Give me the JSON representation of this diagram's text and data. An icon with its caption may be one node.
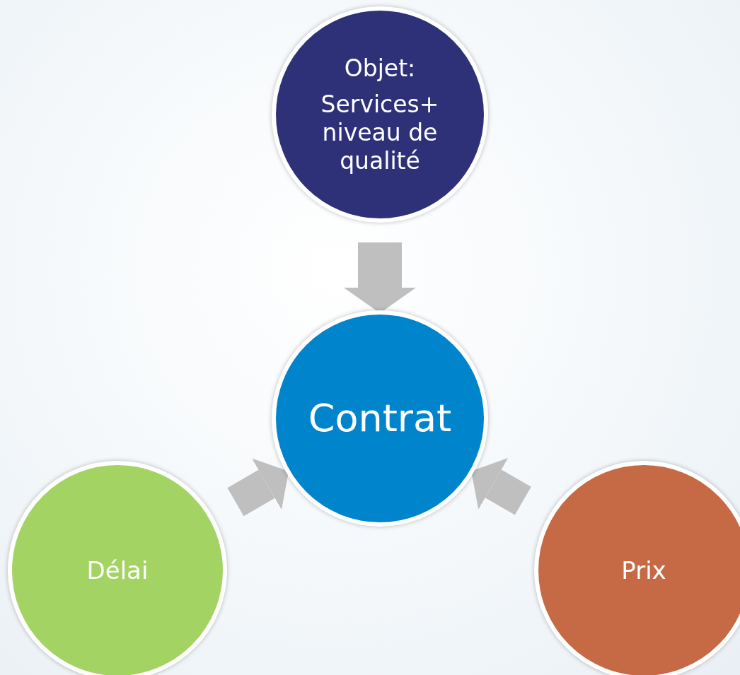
{
  "diagram": {
    "nodes": [
      {
        "text": [
          "Objet:",
          "Services+ niveau de qualité"
        ]
      },
      {
        "text": [
          "Contrat"
        ]
      },
      {
        "text": [
          "Délai"
        ]
      },
      {
        "text": [
          "Prix"
        ]
      }
    ],
    "edges": [
      {
        "from": 0,
        "to": 1,
        "arrow": "to"
      },
      {
        "from": 2,
        "to": 1,
        "arrow": "to"
      },
      {
        "from": 3,
        "to": 1,
        "arrow": "to"
      }
    ]
  }
}
